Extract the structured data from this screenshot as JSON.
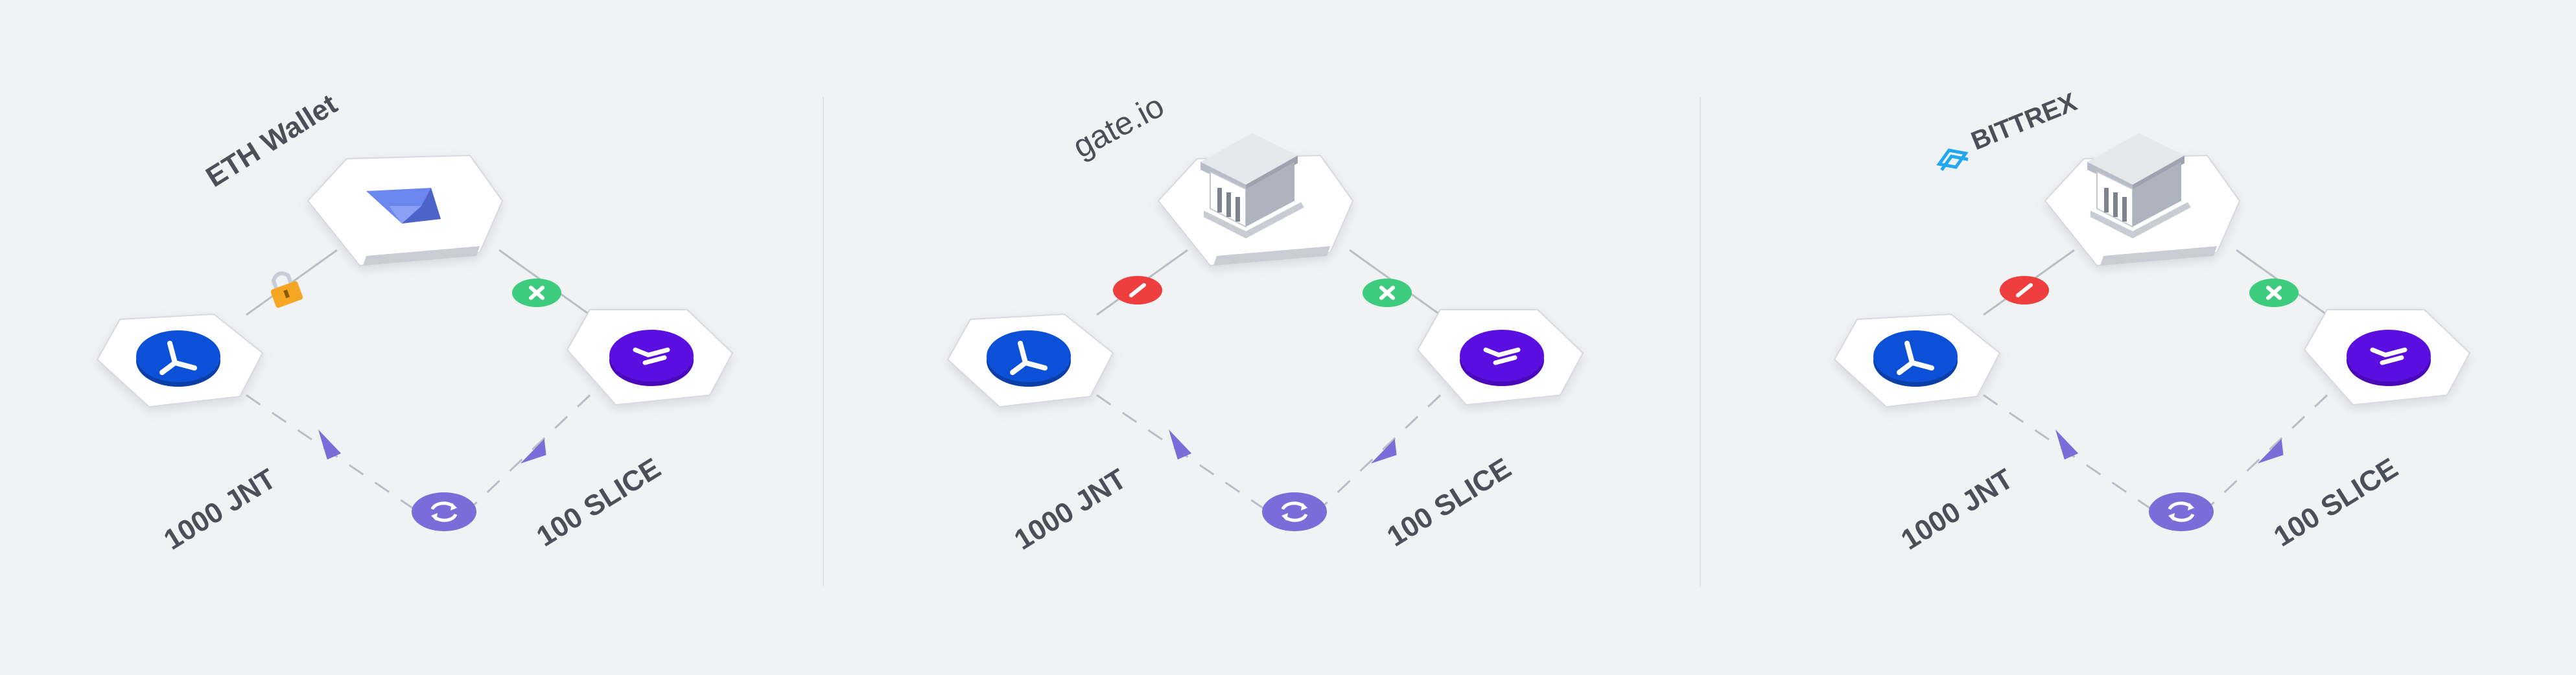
{
  "panels": [
    {
      "title": "ETH Wallet",
      "hub_icon": "ethereum-diamond-icon",
      "left_link_icon": "padlock-icon",
      "right_link_icon": "check-badge-icon",
      "left_token_icon": "jnt-token-icon",
      "right_token_icon": "slice-token-icon",
      "swap_icon": "swap-arrows-icon",
      "left_amount": "1000 JNT",
      "right_amount": "100 SLICE"
    },
    {
      "title": "gate.io",
      "hub_icon": "bank-building-icon",
      "left_link_icon": "blocked-badge-icon",
      "right_link_icon": "check-badge-icon",
      "left_token_icon": "jnt-token-icon",
      "right_token_icon": "slice-token-icon",
      "swap_icon": "swap-arrows-icon",
      "left_amount": "1000 JNT",
      "right_amount": "100 SLICE"
    },
    {
      "title": "BITTREX",
      "hub_icon": "bank-building-icon",
      "left_link_icon": "blocked-badge-icon",
      "right_link_icon": "check-badge-icon",
      "left_token_icon": "jnt-token-icon",
      "right_token_icon": "slice-token-icon",
      "swap_icon": "swap-arrows-icon",
      "left_amount": "1000 JNT",
      "right_amount": "100 SLICE"
    }
  ],
  "colors": {
    "background": "#f1f2f4",
    "hexagon": "#ffffff",
    "connector": "#b9bdc6",
    "jnt_token": "#0b50d6",
    "slice_token": "#5a0fe0",
    "swap_badge": "#7b6cd9",
    "check_badge": "#3dcc7e",
    "blocked_badge": "#ef3e3e",
    "padlock": "#f5a623",
    "ethereum": "#5b7be6",
    "bittrex_logo": "#21a8f0",
    "label_text": "#4b4f58"
  }
}
